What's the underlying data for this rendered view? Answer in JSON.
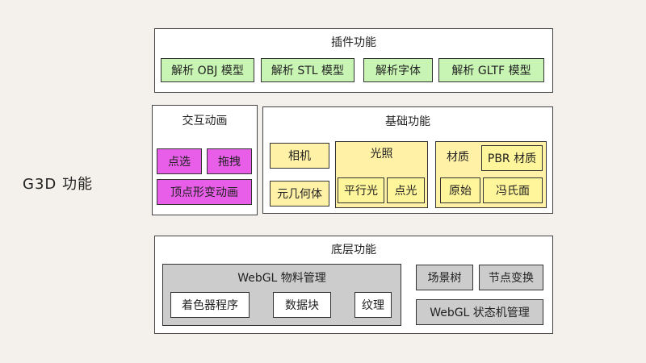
{
  "diagram": {
    "title": "G3D 功能",
    "plugin": {
      "title": "插件功能",
      "items": [
        "解析 OBJ 模型",
        "解析 STL 模型",
        "解析字体",
        "解析 GLTF 模型"
      ]
    },
    "interaction": {
      "title": "交互动画",
      "items": [
        "点选",
        "拖拽",
        "顶点形变动画"
      ]
    },
    "basic": {
      "title": "基础功能",
      "camera": "相机",
      "geometry": "元几何体",
      "light": {
        "title": "光照",
        "items": [
          "平行光",
          "点光"
        ]
      },
      "material": {
        "title": "材质",
        "pbr": "PBR 材质",
        "items": [
          "原始",
          "冯氏面"
        ]
      }
    },
    "bottom": {
      "title": "底层功能",
      "webgl_material": {
        "title": "WebGL 物料管理",
        "items": [
          "着色器程序",
          "数据块",
          "纹理"
        ]
      },
      "scene_tree": "场景树",
      "node_transform": "节点变换",
      "state_machine": "WebGL 状态机管理"
    }
  },
  "colors": {
    "plugin_fill": "#c8f5b4",
    "interaction_fill": "#e85ee8",
    "basic_fill": "#fff1a6",
    "bottom_fill": "#cccccc"
  }
}
